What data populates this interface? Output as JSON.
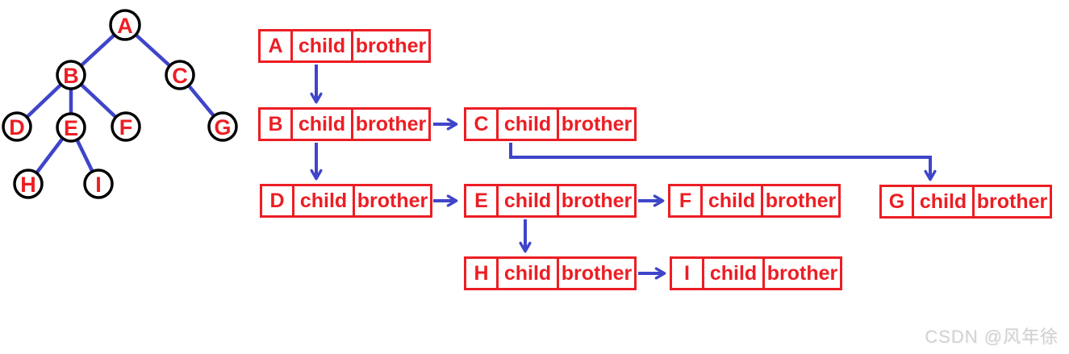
{
  "palette": {
    "box_red": "#ec1e24",
    "pointer_blue": "#3f45c9",
    "node_outline_black": "#000000",
    "watermark_gray": "#d2d2d2"
  },
  "tree": {
    "description": "tree drawing (left side)",
    "nodes": [
      {
        "label": "A"
      },
      {
        "label": "B"
      },
      {
        "label": "C"
      },
      {
        "label": "D"
      },
      {
        "label": "E"
      },
      {
        "label": "F"
      },
      {
        "label": "G"
      },
      {
        "label": "H"
      },
      {
        "label": "I"
      }
    ],
    "edges": [
      [
        "A",
        "B"
      ],
      [
        "A",
        "C"
      ],
      [
        "B",
        "D"
      ],
      [
        "B",
        "E"
      ],
      [
        "B",
        "F"
      ],
      [
        "C",
        "G"
      ],
      [
        "E",
        "H"
      ],
      [
        "E",
        "I"
      ]
    ]
  },
  "labels": {
    "child": "child",
    "brother": "brother"
  },
  "boxes": [
    {
      "letter": "A"
    },
    {
      "letter": "B"
    },
    {
      "letter": "C"
    },
    {
      "letter": "D"
    },
    {
      "letter": "E"
    },
    {
      "letter": "F"
    },
    {
      "letter": "G"
    },
    {
      "letter": "H"
    },
    {
      "letter": "I"
    }
  ],
  "pointers": [
    {
      "from": "A.child",
      "to": "B"
    },
    {
      "from": "B.brother",
      "to": "C"
    },
    {
      "from": "B.child",
      "to": "D"
    },
    {
      "from": "C.child",
      "to": "G"
    },
    {
      "from": "D.brother",
      "to": "E"
    },
    {
      "from": "E.brother",
      "to": "F"
    },
    {
      "from": "E.child",
      "to": "H"
    },
    {
      "from": "H.brother",
      "to": "I"
    }
  ],
  "watermark": "CSDN @风年徐"
}
